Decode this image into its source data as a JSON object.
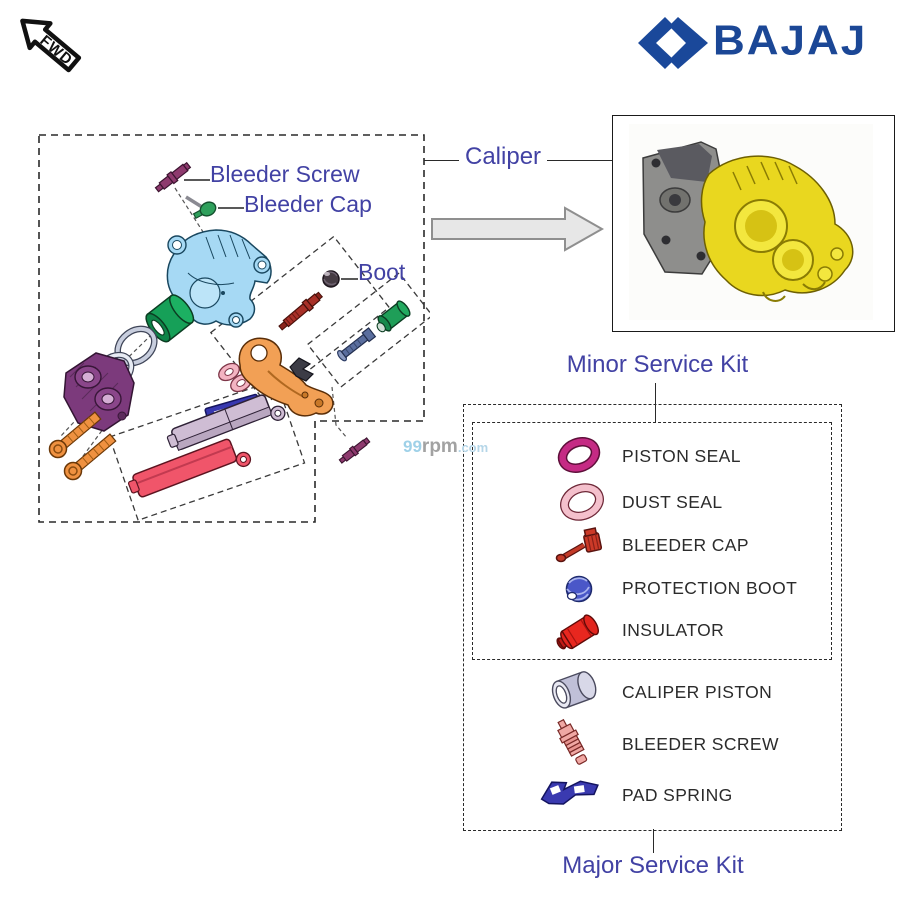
{
  "stamp": {
    "label": "FWD"
  },
  "brand": {
    "name": "BAJAJ",
    "color": "#1b4796"
  },
  "watermark": {
    "p1": "99",
    "p2": "rpm",
    "p3": ".com"
  },
  "callouts": {
    "bleeder_screw": "Bleeder Screw",
    "bleeder_cap": "Bleeder Cap",
    "boot": "Boot",
    "caliper": "Caliper"
  },
  "kits": {
    "minor": {
      "title": "Minor Service Kit",
      "items": [
        {
          "icon": "piston-seal-icon",
          "label": "PISTON SEAL"
        },
        {
          "icon": "dust-seal-icon",
          "label": "DUST SEAL"
        },
        {
          "icon": "bleeder-cap-icon",
          "label": "BLEEDER CAP"
        },
        {
          "icon": "protection-boot-icon",
          "label": "PROTECTION BOOT"
        },
        {
          "icon": "insulator-icon",
          "label": "INSULATOR"
        }
      ]
    },
    "major": {
      "title": "Major Service Kit",
      "items": [
        {
          "icon": "caliper-piston-icon",
          "label": "CALIPER PISTON"
        },
        {
          "icon": "bleeder-screw-icon",
          "label": "BLEEDER SCREW"
        },
        {
          "icon": "pad-spring-icon",
          "label": "PAD SPRING"
        }
      ]
    }
  },
  "colors": {
    "label_blue": "#4242a4",
    "text_dark": "#2b2b2b",
    "line": "#2a2a2a",
    "bajaj_blue": "#1b4796"
  }
}
